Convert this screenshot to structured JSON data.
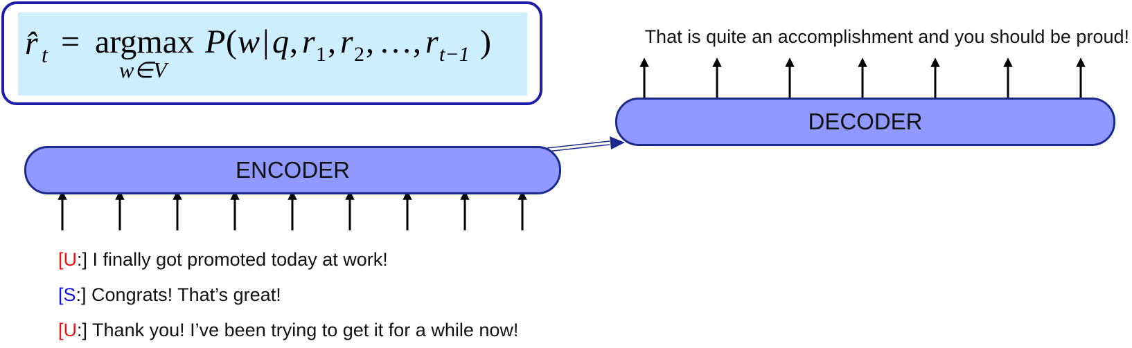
{
  "formula": {
    "lhs": "r̂",
    "lhs_sub": "t",
    "equals": "=",
    "operator": "argmax",
    "operator_sub": "w∈V",
    "prob": "P",
    "open": "(",
    "var": "w",
    "bar": "|",
    "q": "q",
    "r": "r",
    "r1_sub": "1",
    "r2_sub": "2",
    "dots": "…",
    "rt_sub": "t−1",
    "close": ")",
    "comma": ","
  },
  "encoder": {
    "label": "ENCODER"
  },
  "decoder": {
    "label": "DECODER"
  },
  "output_sentence": "That is quite an accomplishment and you should be proud!",
  "dialogue": [
    {
      "speaker": "U",
      "text": "I finally got promoted today at work!"
    },
    {
      "speaker": "S",
      "text": "Congrats! That’s great!"
    },
    {
      "speaker": "U",
      "text": "Thank you! I’ve been trying to get it for a while now!"
    }
  ],
  "colors": {
    "block_fill": "#8f99ff",
    "block_border": "#1a2a8a",
    "formula_fill": "#cceeff",
    "formula_border": "#1c1ca8",
    "user_tag": "#e81414",
    "system_tag": "#1414e0"
  },
  "encoder_input_arrow_count": 9,
  "decoder_output_arrow_count": 7
}
